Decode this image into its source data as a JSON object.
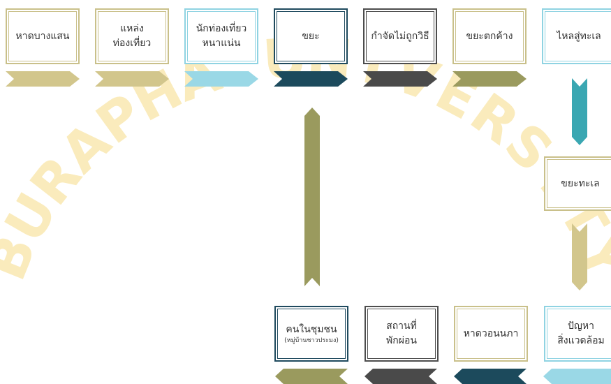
{
  "top_row": [
    {
      "lines": [
        "หาดบางแสน"
      ],
      "color": "#c9c08a"
    },
    {
      "lines": [
        "แหล่ง",
        "ท่องเที่ยว"
      ],
      "color": "#c9c08a"
    },
    {
      "lines": [
        "นักท่องเที่ยว",
        "หนาแน่น"
      ],
      "color": "#8fd3e2"
    },
    {
      "lines": [
        "ขยะ"
      ],
      "color": "#1f4a5e"
    },
    {
      "lines": [
        "กำจัดไม่ถูกวิธี"
      ],
      "color": "#4d4d4d"
    },
    {
      "lines": [
        "ขยะตกค้าง"
      ],
      "color": "#c9c08a"
    },
    {
      "lines": [
        "ไหลสู่ทะเล"
      ],
      "color": "#8fd3e2"
    }
  ],
  "right_column": {
    "label": "ขยะทะเล",
    "color": "#c9c08a"
  },
  "bottom_row": [
    {
      "lines": [
        "คนในชุมชน"
      ],
      "sub": "(หมู่บ้านชาวประมง)",
      "color": "#1f4a5e"
    },
    {
      "lines": [
        "สถานที่",
        "พักผ่อน"
      ],
      "color": "#4d4d4d"
    },
    {
      "lines": [
        "หาดวอนนภา"
      ],
      "color": "#c9c08a"
    },
    {
      "lines": [
        "ปัญหา",
        "สิ่งแวดล้อม"
      ],
      "color": "#8fd3e2"
    }
  ],
  "watermark": {
    "text": "BURAPHA UNIVERSITY",
    "color": "#f3d36b"
  },
  "colors": {
    "olive": "#9a9a5e",
    "sand": "#d2c68c",
    "light_blue": "#9ad8e6",
    "navy": "#1c4a5c",
    "dark_gray": "#4a4a4a",
    "teal": "#3aa7b2"
  }
}
